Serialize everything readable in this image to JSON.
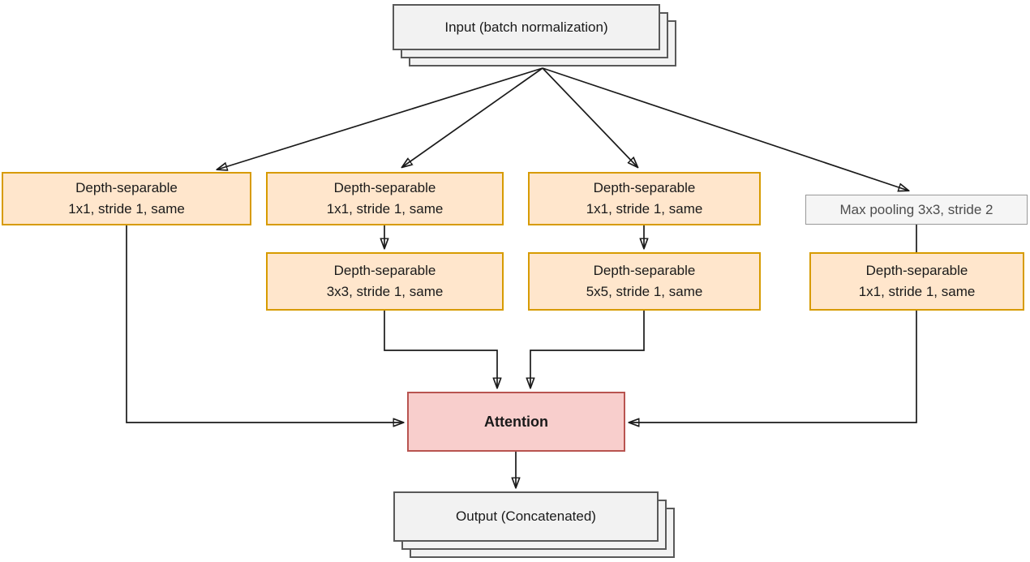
{
  "nodes": {
    "input": {
      "label": "Input (batch normalization)"
    },
    "branch1_conv": {
      "line1": "Depth-separable",
      "line2": "1x1, stride 1, same"
    },
    "branch2_conv1": {
      "line1": "Depth-separable",
      "line2": "1x1, stride 1, same"
    },
    "branch2_conv2": {
      "line1": "Depth-separable",
      "line2": "3x3, stride 1, same"
    },
    "branch3_conv1": {
      "line1": "Depth-separable",
      "line2": "1x1, stride 1, same"
    },
    "branch3_conv2": {
      "line1": "Depth-separable",
      "line2": "5x5, stride 1, same"
    },
    "maxpool": {
      "label": "Max pooling 3x3, stride 2"
    },
    "branch4_conv": {
      "line1": "Depth-separable",
      "line2": "1x1, stride 1, same"
    },
    "attention": {
      "label": "Attention"
    },
    "output": {
      "label": "Output (Concatenated)"
    }
  },
  "colors": {
    "conv_fill": "#FFE6CC",
    "conv_stroke": "#D79B00",
    "attention_fill": "#F8CECC",
    "attention_stroke": "#B85450",
    "io_fill": "#F2F2F2",
    "io_stroke": "#595959",
    "pool_fill": "#F5F5F5",
    "pool_stroke": "#999999",
    "edge": "#1A1A1A",
    "background": "#FFFFFF"
  }
}
